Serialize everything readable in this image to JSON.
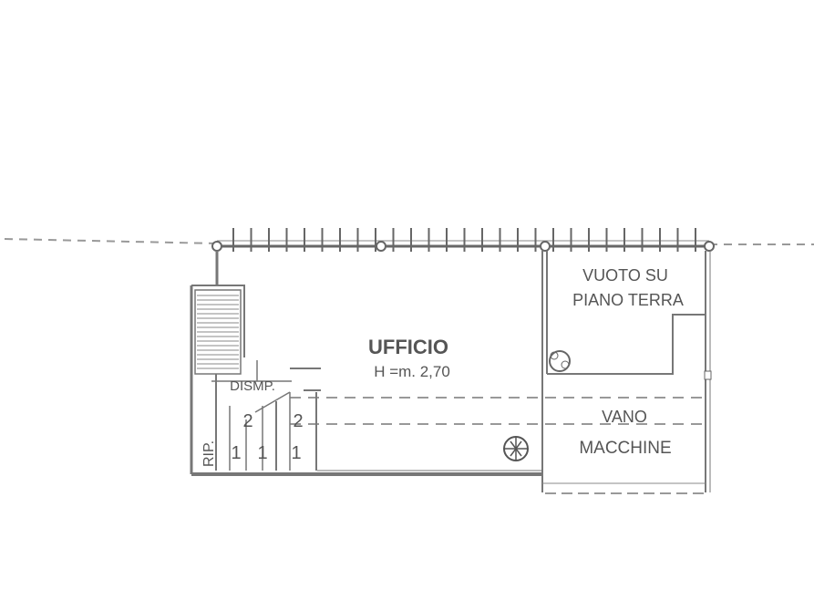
{
  "rooms": {
    "office": {
      "name": "UFFICIO",
      "height": "H =m. 2,70"
    },
    "void": {
      "line1": "VUOTO SU",
      "line2": "PIANO TERRA"
    },
    "machine": {
      "line1": "VANO",
      "line2": "MACCHINE"
    }
  },
  "storage": {
    "label": "DISMP.",
    "side": "RIP."
  },
  "cells": [
    "2",
    "2",
    "1",
    "1",
    "1"
  ],
  "colors": {
    "line": "#777777",
    "dash": "#999999",
    "text": "#555555"
  }
}
